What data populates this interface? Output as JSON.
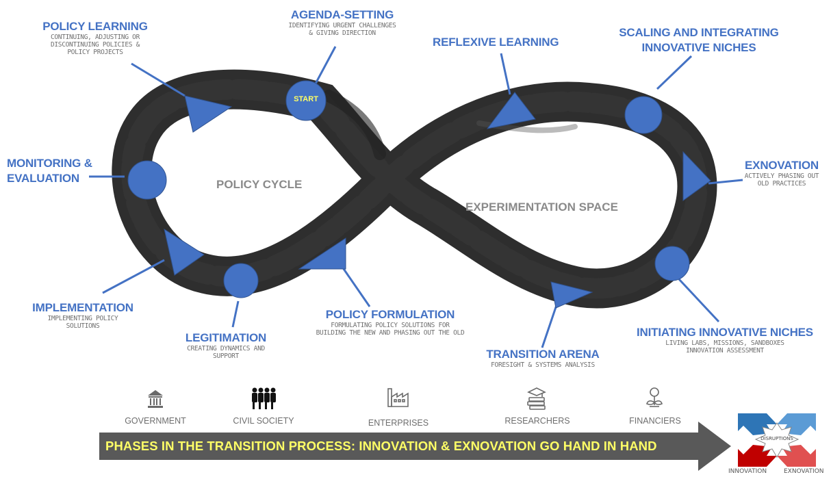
{
  "nodes": {
    "agenda": {
      "title": "AGENDA-SETTING",
      "subtitle": [
        "IDENTIFYING URGENT CHALLENGES",
        "& GIVING DIRECTION"
      ]
    },
    "policy_learning": {
      "title": "POLICY LEARNING",
      "subtitle": [
        "CONTINUING, ADJUSTING OR",
        "DISCONTINUING POLICIES &",
        "POLICY PROJECTS"
      ]
    },
    "monitoring": {
      "title": [
        "MONITORING &",
        "EVALUATION"
      ]
    },
    "implementation": {
      "title": "IMPLEMENTATION",
      "subtitle": [
        "IMPLEMENTING POLICY",
        "SOLUTIONS"
      ]
    },
    "legitimation": {
      "title": "LEGITIMATION",
      "subtitle": [
        "CREATING DYNAMICS AND",
        "SUPPORT"
      ]
    },
    "policy_formulation": {
      "title": "POLICY FORMULATION",
      "subtitle": [
        "FORMULATING POLICY SOLUTIONS FOR",
        "BUILDING THE NEW AND PHASING OUT THE OLD"
      ]
    },
    "reflexive_learning": {
      "title": "REFLEXIVE LEARNING"
    },
    "scaling": {
      "title": [
        "SCALING AND INTEGRATING",
        "INNOVATIVE NICHES"
      ]
    },
    "exnovation": {
      "title": "EXNOVATION",
      "subtitle": [
        "ACTIVELY PHASING OUT",
        "OLD PRACTICES"
      ]
    },
    "initiating": {
      "title": "INITIATING INNOVATIVE NICHES",
      "subtitle": [
        "LIVING LABS, MISSIONS, SANDBOXES",
        "INNOVATION ASSESSMENT"
      ]
    },
    "transition_arena": {
      "title": "TRANSITION ARENA",
      "subtitle": [
        "FORESIGHT & SYSTEMS ANALYSIS"
      ]
    }
  },
  "start_label": "START",
  "spaces": {
    "left": "POLICY CYCLE",
    "right": "EXPERIMENTATION SPACE"
  },
  "stakeholders": [
    {
      "label": "GOVERNMENT",
      "icon": "government-building-icon"
    },
    {
      "label": "CIVIL SOCIETY",
      "icon": "people-group-icon"
    },
    {
      "label": "ENTERPRISES",
      "icon": "factory-icon"
    },
    {
      "label": "RESEARCHERS",
      "icon": "books-graduation-icon"
    },
    {
      "label": "FINANCIERS",
      "icon": "money-plant-icon"
    }
  ],
  "banner": "PHASES IN THE TRANSITION PROCESS: INNOVATION & EXNOVATION GO HAND IN HAND",
  "disruptions": {
    "center": "DISRUPTIONS",
    "left": "INNOVATION",
    "right": "EXNOVATION"
  },
  "colors": {
    "accent_blue": "#4472c4",
    "brush": "#1c1c1c",
    "banner_bg": "#595959",
    "banner_text": "#ffff66",
    "innovation": "#2e75b6",
    "exnovation": "#c00000"
  }
}
